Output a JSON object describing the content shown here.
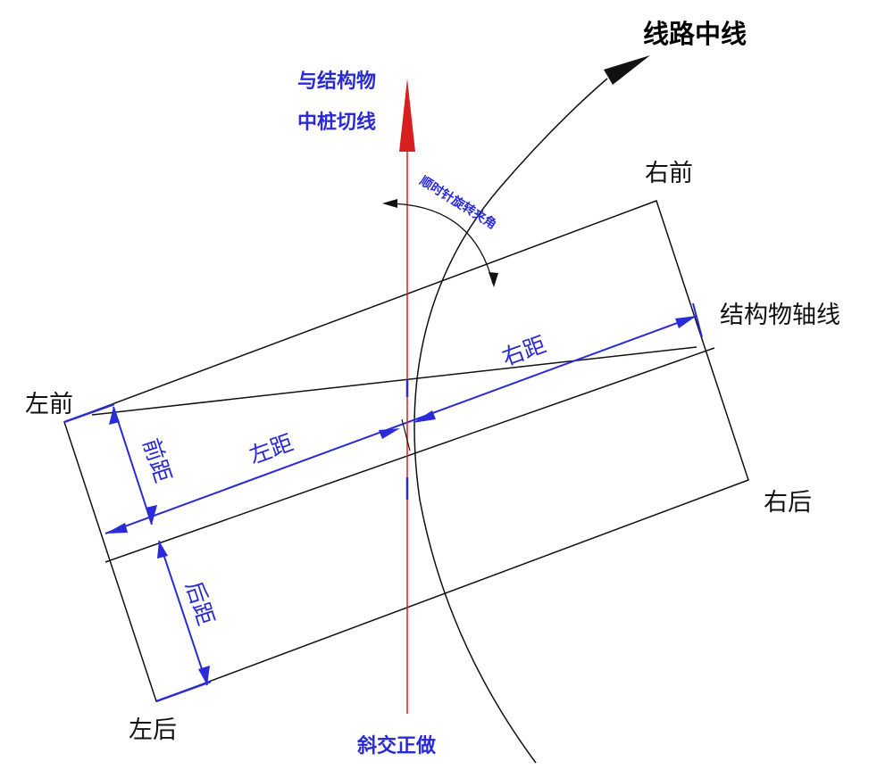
{
  "labels": {
    "route_centerline": "线路中线",
    "tangent_line_1": "与结构物",
    "tangent_line_2": "中桩切线",
    "clockwise_angle": "顺时针旋转夹角",
    "right_front": "右前",
    "structure_axis": "结构物轴线",
    "right_distance": "右距",
    "left_front": "左前",
    "front_distance": "前距",
    "left_distance": "左距",
    "right_rear": "右后",
    "rear_distance": "后距",
    "left_rear": "左后",
    "skew_orthogonal": "斜交正做"
  },
  "colors": {
    "outline": "#111111",
    "dimension": "#2a2ad6",
    "tangent": "#d81e1e",
    "text_blue": "#2a2ad6"
  }
}
